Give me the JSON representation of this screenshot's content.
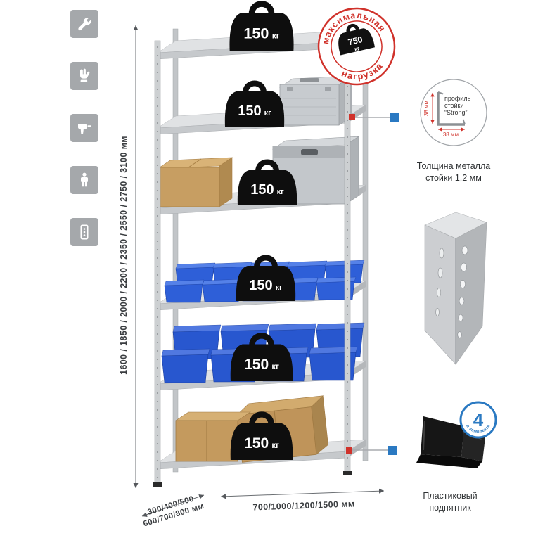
{
  "colors": {
    "accent_red": "#d0322b",
    "accent_blue": "#2a79c2",
    "bin_blue": "#2e5fd8",
    "metal_gray": "#c7cacc",
    "icon_gray": "#a5a8ab",
    "weight_black": "#0e0e0e"
  },
  "sidebar": {
    "icons": [
      {
        "name": "wrench-icon"
      },
      {
        "name": "glove-icon"
      },
      {
        "name": "drill-icon"
      },
      {
        "name": "person-icon"
      },
      {
        "name": "perforated-profile-icon"
      }
    ]
  },
  "dimensions": {
    "height": "1600 / 1850 / 2000 / 2200 / 2350 / 2550 / 2750 / 3100 мм",
    "width": "700/1000/1200/1500 мм",
    "depth_line1": "300/400/500",
    "depth_line2": "600/700/800 мм"
  },
  "shelves": [
    {
      "load_value": "150",
      "load_unit": "кг"
    },
    {
      "load_value": "150",
      "load_unit": "кг"
    },
    {
      "load_value": "150",
      "load_unit": "кг"
    },
    {
      "load_value": "150",
      "load_unit": "кг"
    },
    {
      "load_value": "150",
      "load_unit": "кг"
    },
    {
      "load_value": "150",
      "load_unit": "кг"
    }
  ],
  "stamp": {
    "arc_top": "максимальная",
    "arc_bottom": "нагрузка",
    "value": "750",
    "unit": "кг"
  },
  "profile_detail": {
    "line1": "профиль",
    "line2": "стойки",
    "line3": "“Strong”",
    "dim_v": "38 мм",
    "dim_h": "38 мм.",
    "caption_line1": "Толщина металла",
    "caption_line2": "стойки 1,2 мм"
  },
  "foot_detail": {
    "badge_number": "4",
    "badge_text": "в комплекте",
    "caption_line1": "Пластиковый",
    "caption_line2": "подпятник"
  }
}
